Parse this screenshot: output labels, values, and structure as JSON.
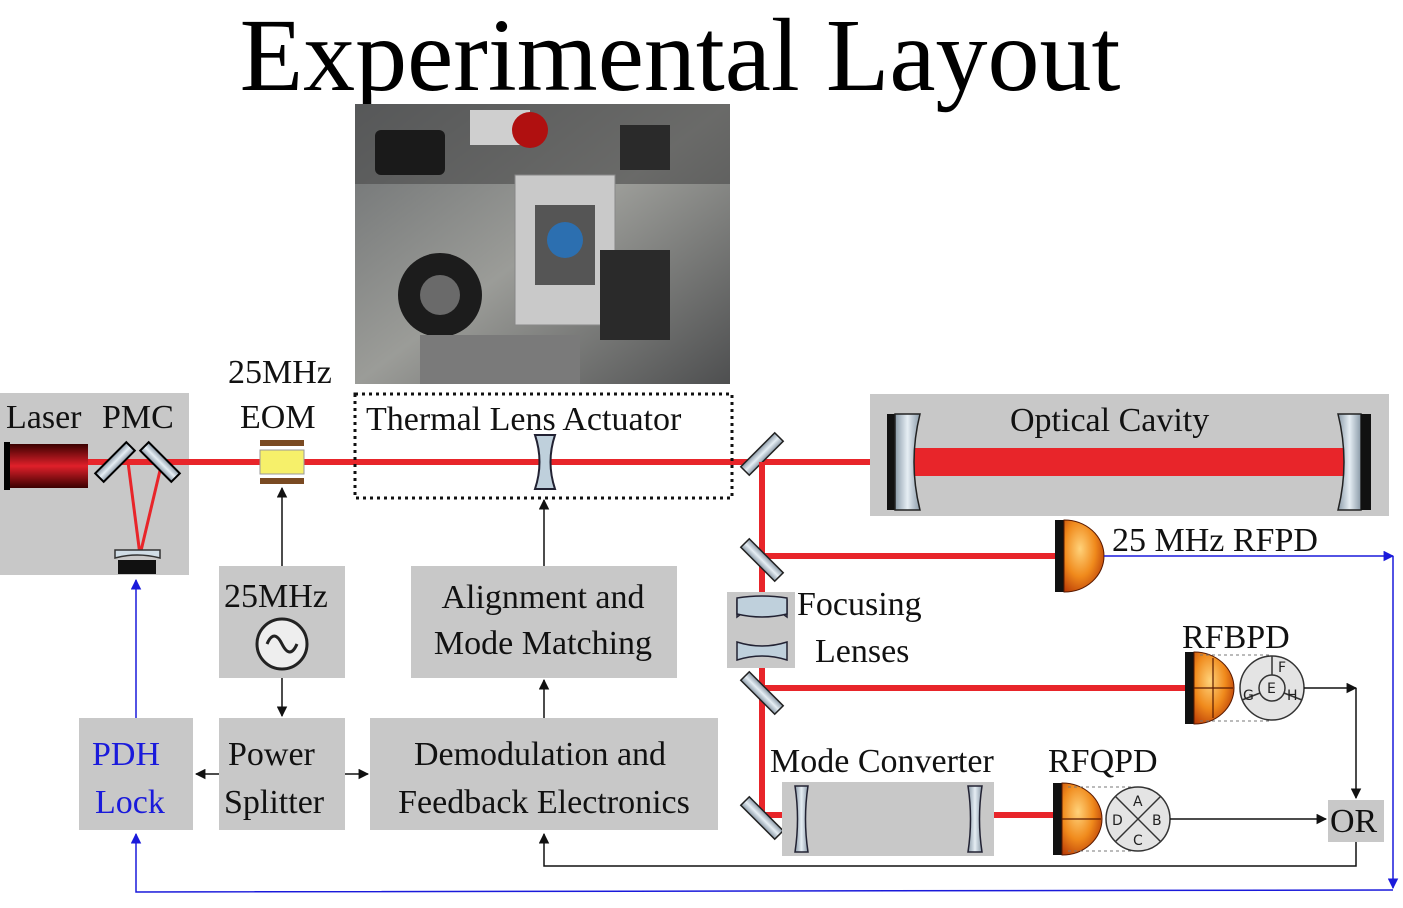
{
  "title": "Experimental Layout",
  "labels": {
    "laser": "Laser",
    "pmc": "PMC",
    "eom_freq": "25MHz",
    "eom": "EOM",
    "thermal_lens_actuator": "Thermal Lens Actuator",
    "optical_cavity": "Optical Cavity",
    "rfpd": "25 MHz RFPD",
    "focusing": "Focusing",
    "lenses": "Lenses",
    "rfbpd": "RFBPD",
    "mode_converter": "Mode Converter",
    "rfqpd": "RFQPD",
    "oscillator_freq": "25MHz",
    "alignment_line1": "Alignment and",
    "alignment_line2": "Mode Matching",
    "pdh_line1": "PDH",
    "pdh_line2": "Lock",
    "splitter_line1": "Power",
    "splitter_line2": "Splitter",
    "demod_line1": "Demodulation and",
    "demod_line2": "Feedback Electronics",
    "or_gate": "OR"
  },
  "bullseye_pd": {
    "E": "E",
    "F": "F",
    "G": "G",
    "H": "H"
  },
  "quadrant_pd": {
    "A": "A",
    "B": "B",
    "C": "C",
    "D": "D"
  },
  "colors": {
    "beam": "#e8252a",
    "box": "#c8c8c8",
    "signal_blue": "#1a1adb",
    "pdh_text": "#1a1adb",
    "photodiode": "#e86a12"
  },
  "icons": {
    "photo": "lab-photo-thermal-lens-actuator",
    "oscillator": "sine-wave-icon"
  }
}
